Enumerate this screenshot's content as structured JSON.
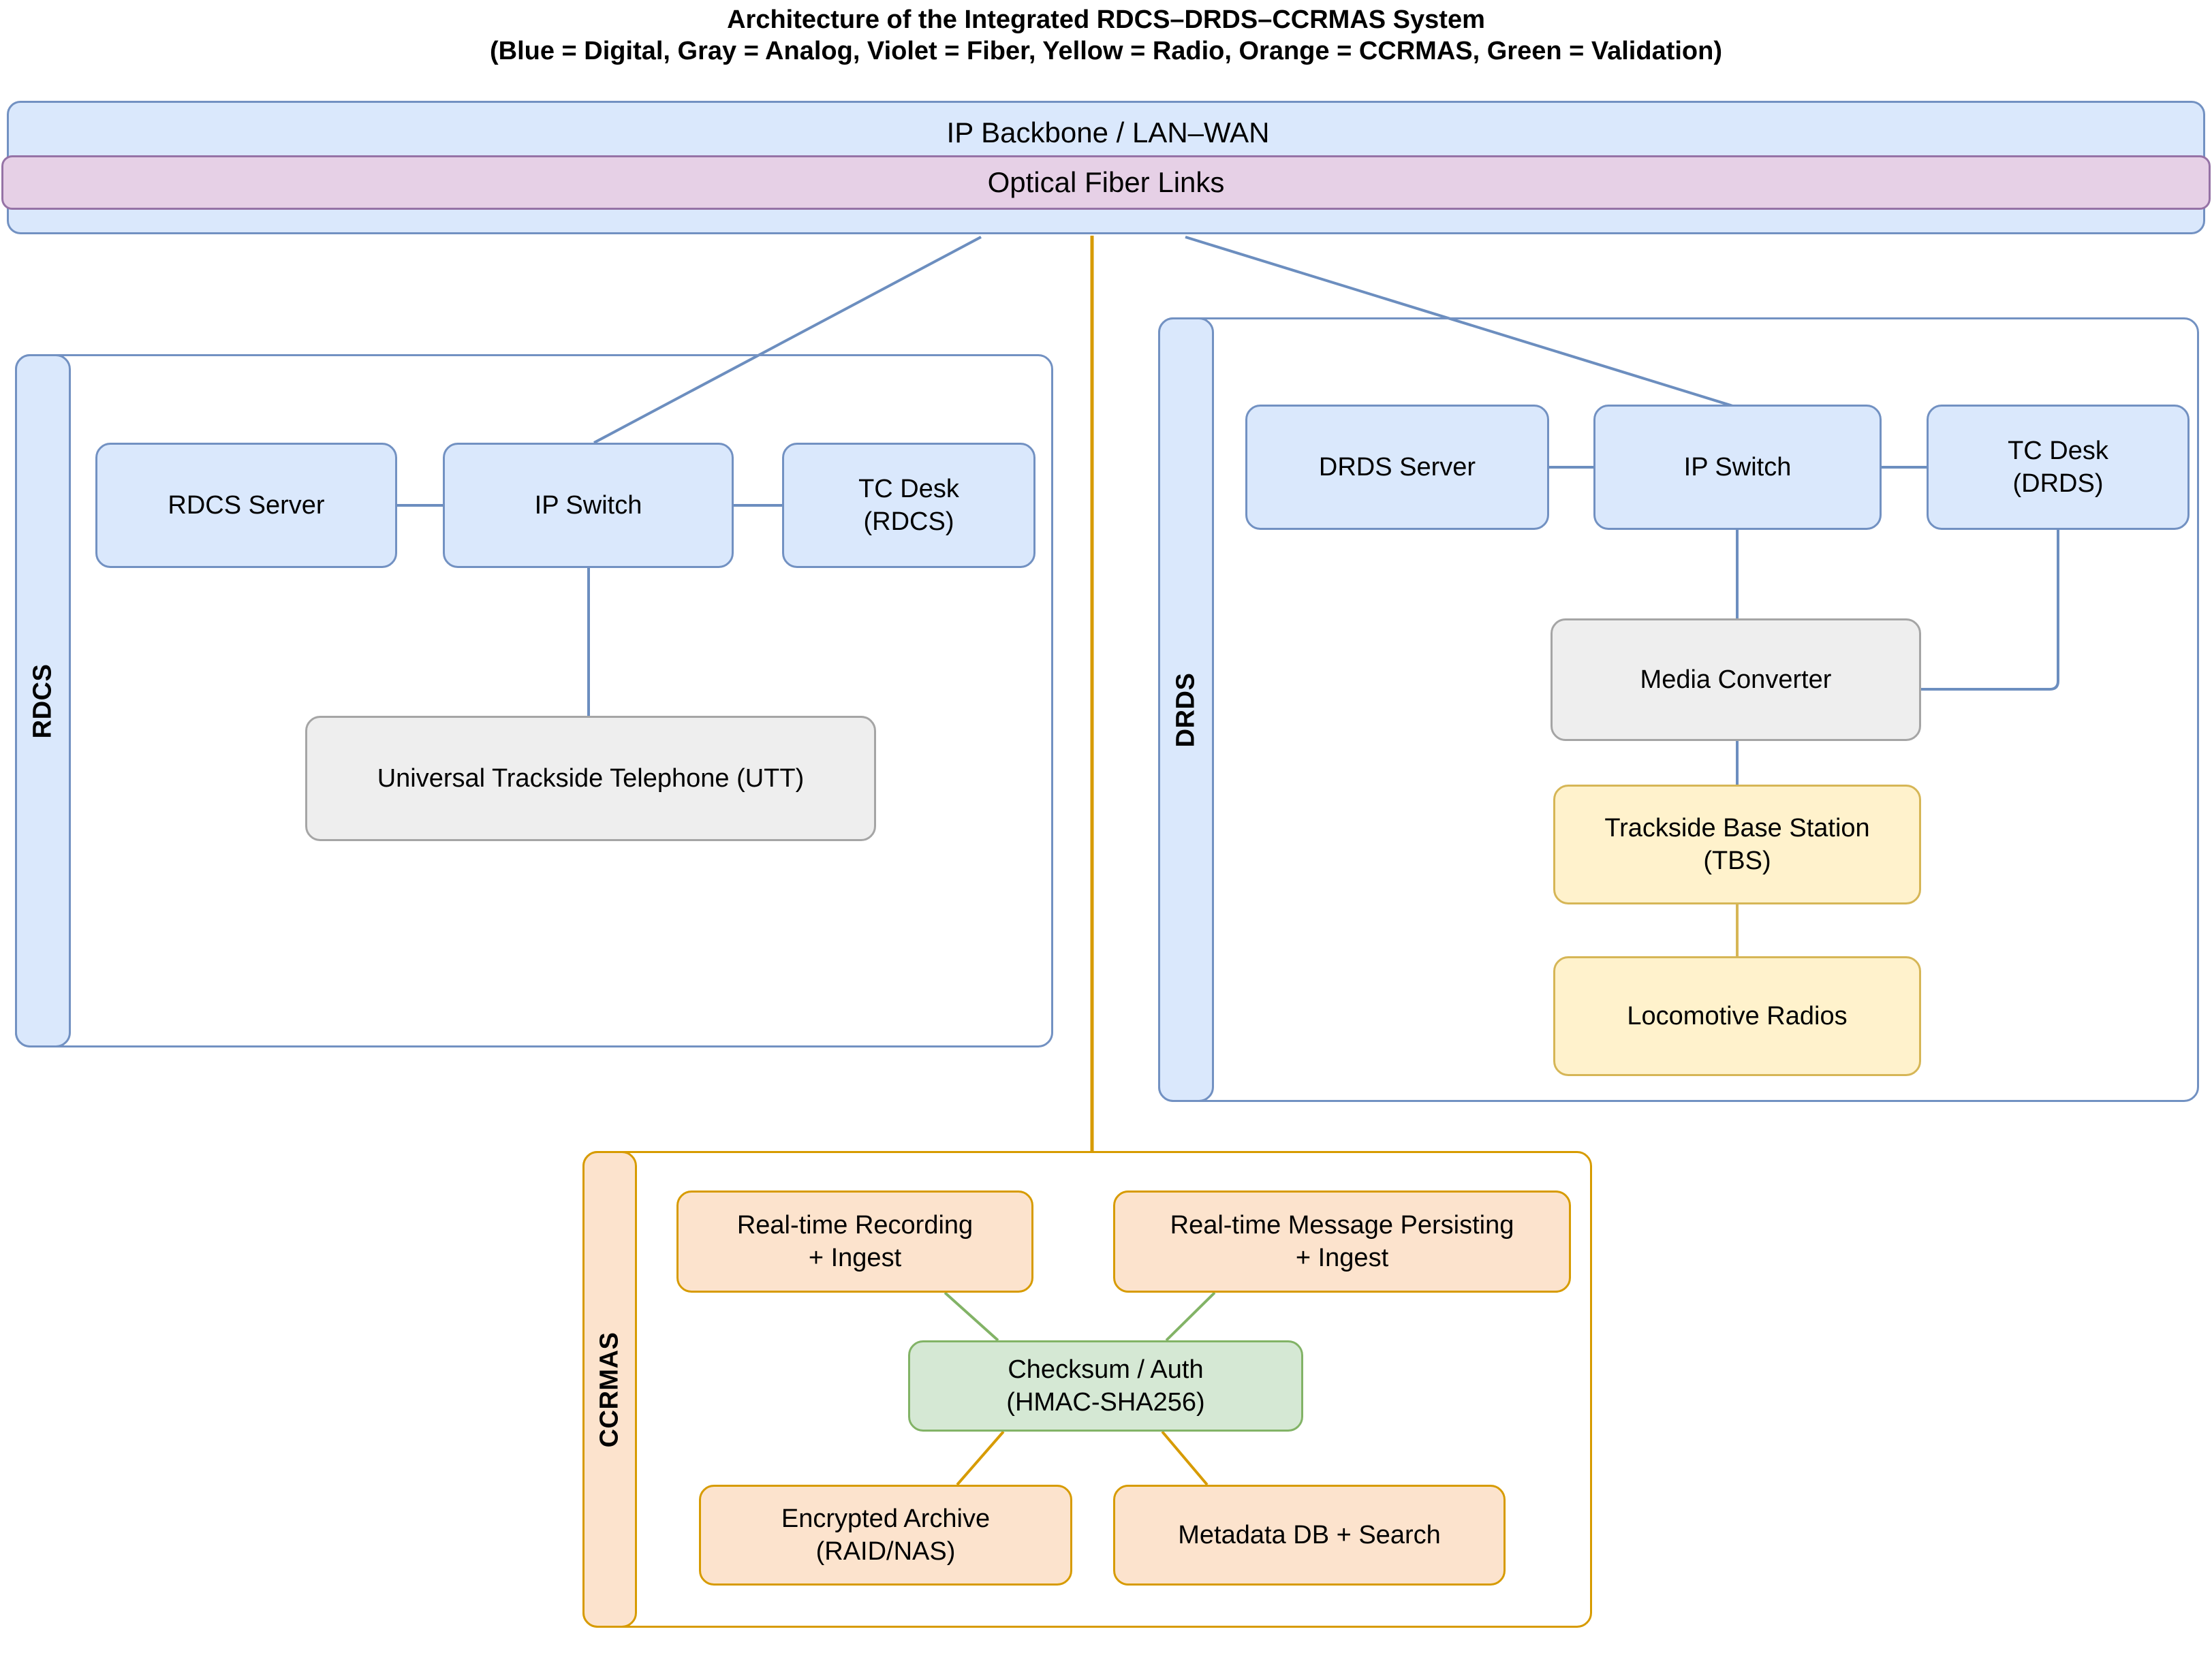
{
  "title": {
    "line1": "Architecture of the Integrated RDCS–DRDS–CCRMAS System",
    "line2": "(Blue = Digital, Gray = Analog, Violet = Fiber, Yellow = Radio, Orange = CCRMAS, Green = Validation)"
  },
  "legend": {
    "blue": "Blue = Digital",
    "gray": "Gray = Analog",
    "violet": "Violet = Fiber",
    "yellow": "Yellow = Radio",
    "orange": "Orange = CCRMAS",
    "green": "Green = Validation"
  },
  "backbone": {
    "label": "IP Backbone / LAN–WAN",
    "fiber_label": "Optical Fiber Links"
  },
  "groups": {
    "rdcs": {
      "label": "RDCS"
    },
    "drds": {
      "label": "DRDS"
    },
    "ccrmas": {
      "label": "CCRMAS"
    }
  },
  "nodes": {
    "rdcs_server": "RDCS Server",
    "rdcs_ip_switch": "IP Switch",
    "rdcs_tc_desk": "TC Desk\n(RDCS)",
    "utt": "Universal Trackside Telephone (UTT)",
    "drds_server": "DRDS Server",
    "drds_ip_switch": "IP Switch",
    "drds_tc_desk": "TC Desk\n(DRDS)",
    "media_converter": "Media Converter",
    "tbs": "Trackside Base Station\n(TBS)",
    "locomotive_radios": "Locomotive Radios",
    "realtime_recording": "Real-time Recording\n+ Ingest",
    "realtime_message": "Real-time Message Persisting\n+ Ingest",
    "checksum_auth": "Checksum / Auth\n(HMAC-SHA256)",
    "encrypted_archive": "Encrypted Archive\n(RAID/NAS)",
    "metadata_db": "Metadata DB + Search"
  },
  "colors": {
    "digital_blue_fill": "#dae8fc",
    "digital_blue_stroke": "#7291c2",
    "analog_gray_fill": "#eeeeee",
    "analog_gray_stroke": "#a5a5a5",
    "fiber_violet_fill": "#e6d0e6",
    "fiber_violet_stroke": "#9673a6",
    "radio_yellow_fill": "#fff2cc",
    "radio_yellow_stroke": "#d6b656",
    "ccrmas_orange_fill": "#fce3cd",
    "ccrmas_orange_stroke": "#d79b00",
    "validation_green_fill": "#d5e8d4",
    "validation_green_stroke": "#82b366"
  }
}
